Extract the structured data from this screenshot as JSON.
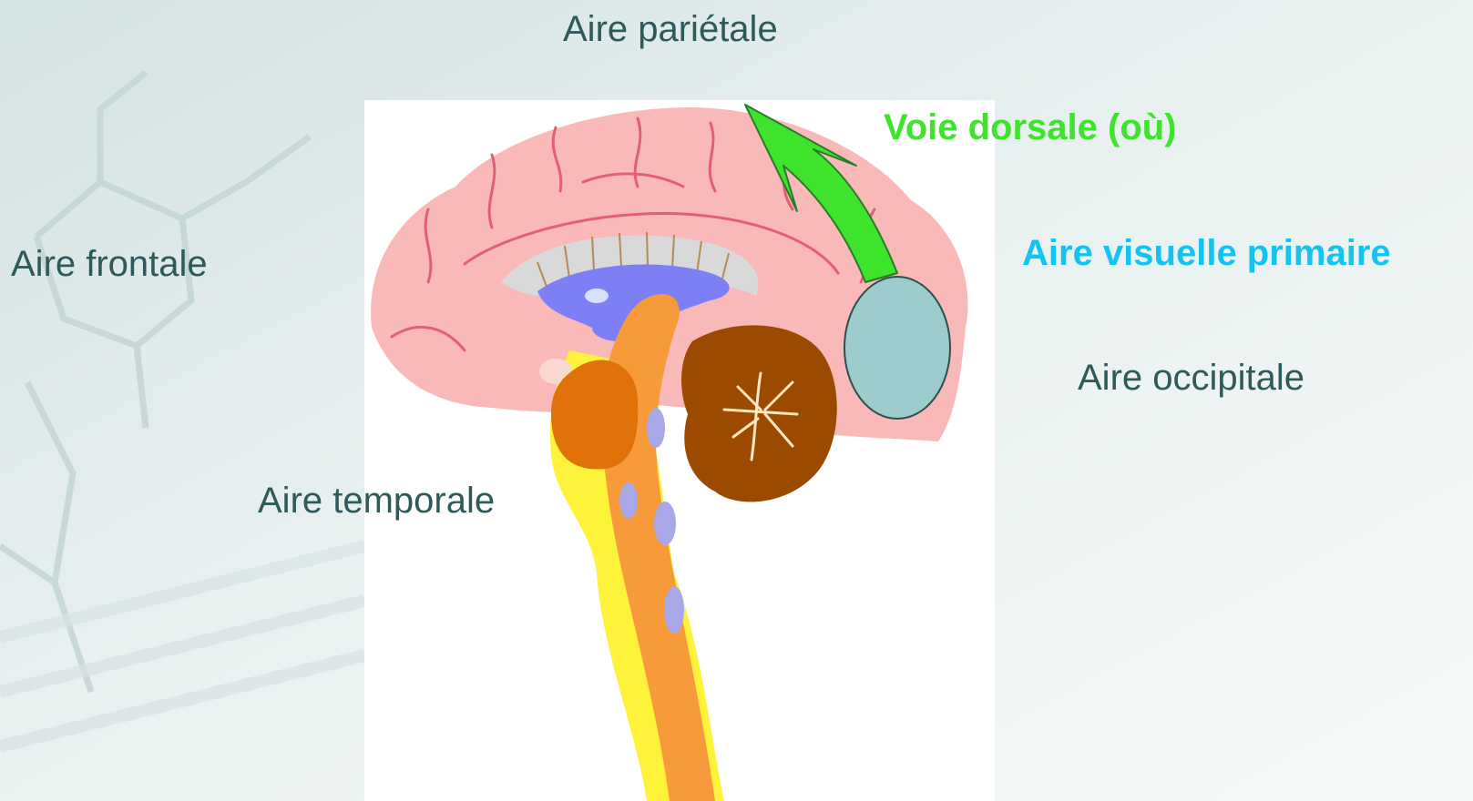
{
  "labels": {
    "parietal": "Aire pariétale",
    "frontal": "Aire frontale",
    "temporal": "Aire temporale",
    "occipital": "Aire occipitale",
    "dorsal_pathway": "Voie dorsale (où)",
    "primary_visual": "Aire visuelle primaire"
  },
  "colors": {
    "label_text": "#2f5a5a",
    "dorsal_pathway": "#3ee32b",
    "primary_visual": "#13c3f0",
    "cortex": "#f9b9b9",
    "sulci": "#e0607a",
    "ventricle": "#7f7ff5",
    "corpus_callosum": "#d9d9d9",
    "brainstem": "#f79a3a",
    "cerebellum": "#9b4a00",
    "thalamus": "#e0720a",
    "spinal_sheath": "#fff23a",
    "visual_area_disc": "#9ccccc"
  }
}
